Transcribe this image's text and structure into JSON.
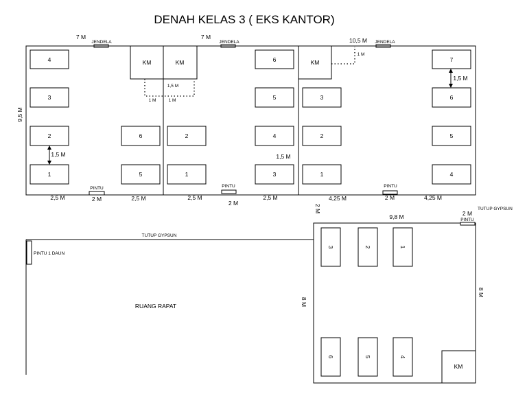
{
  "title": "DENAH KELAS 3 ( EKS KANTOR)",
  "top_dims": {
    "w1": "7 M",
    "w2": "7 M",
    "w3": "10,5 M",
    "height": "9,5 M"
  },
  "window_label": "JENDELA",
  "door_label": "PINTU",
  "toilet_label": "KM",
  "room1": {
    "desks": [
      "4",
      "3",
      "2",
      "1",
      "6",
      "5"
    ],
    "gap": "1,5 M"
  },
  "room2": {
    "desks": [
      "2",
      "1",
      "6",
      "5",
      "4",
      "3"
    ],
    "gap": "1,5 M",
    "km_gap": "1,5 M",
    "km_dist_a": "1 M",
    "km_dist_b": "1 M"
  },
  "room3": {
    "desks": [
      "3",
      "2",
      "1",
      "7",
      "6",
      "5",
      "4"
    ],
    "gap": "1,5 M",
    "km_dist": "1 M"
  },
  "bottom_dims": [
    "2,5 M",
    "2 M",
    "2,5 M",
    "2,5 M",
    "2 M",
    "2,5 M",
    "4,25 M",
    "2 M",
    "4,25 M"
  ],
  "meeting_room": {
    "name": "RUANG RAPAT",
    "ceiling": "TUTUP  GYPSUN",
    "door": "PINTU 1 DAUN",
    "height": "8 M"
  },
  "lower_room": {
    "width": "9,8 M",
    "height": "8 M",
    "gap_top": "2 M",
    "door_width": "2 M",
    "door": "PINTU",
    "ceiling": "TUTUP  GYPSUN",
    "desks": [
      "3",
      "2",
      "1",
      "6",
      "5",
      "4"
    ],
    "toilet": "KM"
  }
}
